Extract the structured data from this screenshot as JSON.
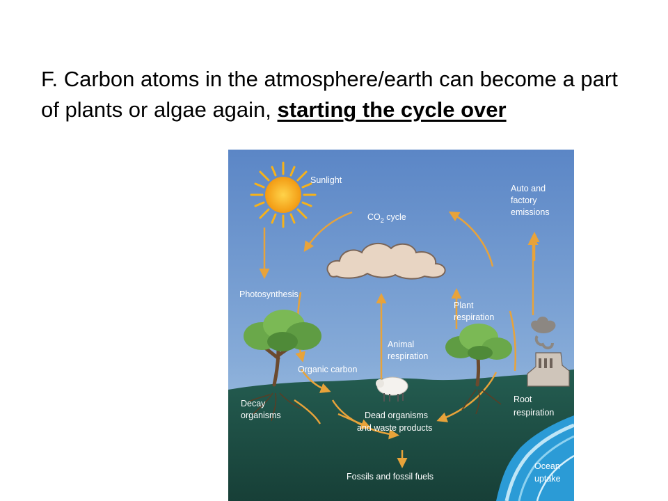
{
  "slide": {
    "title_prefix": "F. Carbon atoms in the atmosphere/earth can become a part of plants or algae again, ",
    "title_emphasis": "starting the cycle over"
  },
  "diagram": {
    "labels": {
      "sunlight": "Sunlight",
      "co2_cycle_a": "CO",
      "co2_cycle_sub": "2",
      "co2_cycle_b": " cycle",
      "auto_1": "Auto and",
      "auto_2": "factory",
      "auto_3": "emissions",
      "photosynthesis": "Photosynthesis",
      "plant_resp_1": "Plant",
      "plant_resp_2": "respiration",
      "animal_resp_1": "Animal",
      "animal_resp_2": "respiration",
      "organic_carbon": "Organic carbon",
      "decay_1": "Decay",
      "decay_2": "organisms",
      "dead_1": "Dead organisms",
      "dead_2": "and waste products",
      "root_1": "Root",
      "root_2": "respiration",
      "ocean_1": "Ocean",
      "ocean_2": "uptake",
      "fossils": "Fossils and fossil fuels"
    },
    "colors": {
      "sky_top": "#5b86c6",
      "sky_bottom": "#9fc0df",
      "ground": "#1e5248",
      "ground_dark": "#163f37",
      "arrow": "#e8a33a",
      "sun": "#f6b21a",
      "water": "#2b9bd6"
    }
  }
}
